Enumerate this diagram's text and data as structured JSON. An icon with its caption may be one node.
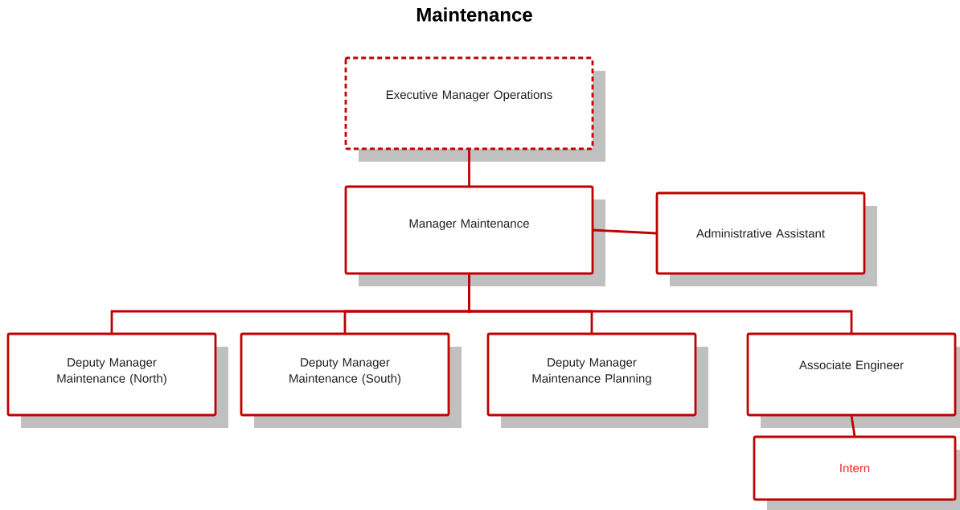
{
  "diagram": {
    "title": "Maintenance",
    "nodes": [
      {
        "text": [
          "Executive Manager Operations"
        ]
      },
      {
        "text": [
          "Manager Maintenance"
        ]
      },
      {
        "text": [
          "Administrative Assistant"
        ]
      },
      {
        "text": [
          "Deputy Manager Maintenance (North)"
        ]
      },
      {
        "text": [
          "Deputy Manager Maintenance (South)"
        ]
      },
      {
        "text": [
          "Deputy Manager Maintenance Planning"
        ]
      },
      {
        "text": [
          "Associate Engineer"
        ]
      },
      {
        "text": [
          "Intern"
        ]
      }
    ],
    "edges": [
      {
        "from": 0,
        "to": 1,
        "arrow": "none"
      },
      {
        "from": 1,
        "to": 2,
        "arrow": "none"
      },
      {
        "from": 1,
        "to": 3,
        "arrow": "none"
      },
      {
        "from": 1,
        "to": 4,
        "arrow": "none"
      },
      {
        "from": 1,
        "to": 5,
        "arrow": "none"
      },
      {
        "from": 1,
        "to": 6,
        "arrow": "none"
      },
      {
        "from": 6,
        "to": 7,
        "arrow": "none"
      }
    ]
  }
}
